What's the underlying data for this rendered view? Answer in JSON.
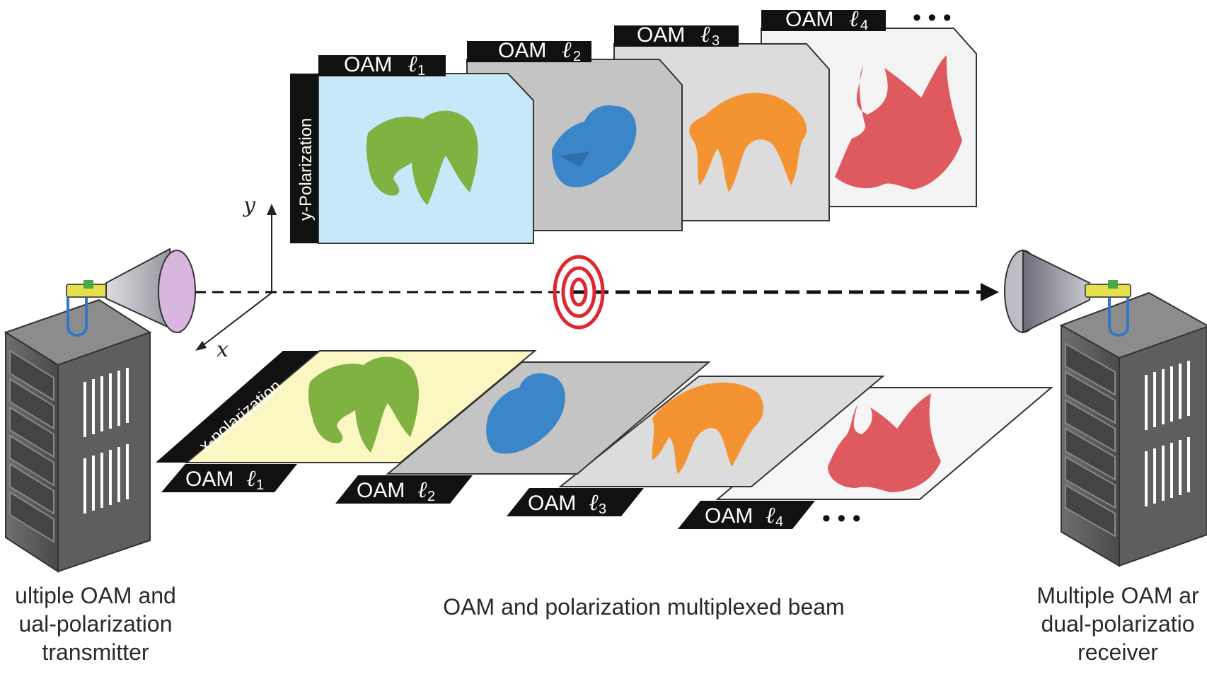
{
  "labels": {
    "oam_prefix": "OAM",
    "ell_symbol": "ℓ",
    "subscripts": [
      "1",
      "2",
      "3",
      "4"
    ],
    "y_polarization": "y-Polarization",
    "x_polarization": "x-polarization",
    "axis_x": "x",
    "axis_y": "y",
    "ellipsis": "• • •"
  },
  "captions": {
    "transmitter": [
      "ultiple OAM and",
      "ual-polarization",
      "transmitter"
    ],
    "receiver": [
      "Multiple OAM ar",
      "dual-polarizatio",
      "receiver"
    ],
    "beam": "OAM and polarization multiplexed beam"
  },
  "colors": {
    "green": "#7fb241",
    "blue": "#3a86c8",
    "orange": "#f39331",
    "red": "#de5a5f",
    "beam_ring": "#e0262e",
    "y_panel_1": "#c7e8f8",
    "x_panel_1": "#fbf7c3"
  }
}
